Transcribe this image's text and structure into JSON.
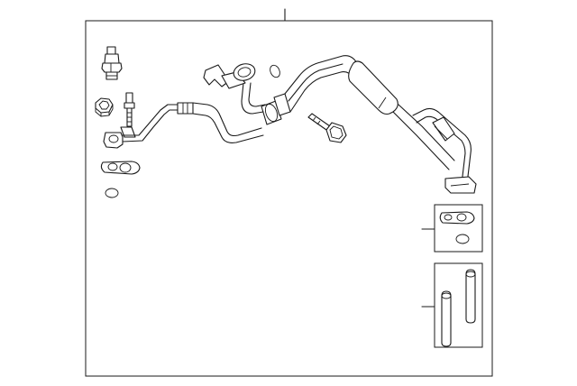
{
  "diagram": {
    "style": "exploded parts illustration",
    "line_color": "#1a1a1a",
    "background_color": "#ffffff",
    "parts": [
      {
        "name": "pressure-switch"
      },
      {
        "name": "hex-nut"
      },
      {
        "name": "stud"
      },
      {
        "name": "suction-discharge-hose-assembly"
      },
      {
        "name": "mounting-bolt"
      },
      {
        "name": "flange-gasket"
      },
      {
        "name": "o-ring"
      }
    ],
    "insets": [
      {
        "name": "gasket-kit-inset",
        "contents": [
          "flange-gasket",
          "o-ring"
        ]
      },
      {
        "name": "filter-insert-inset",
        "contents": [
          "filter-insert-short",
          "filter-insert-long"
        ]
      }
    ]
  }
}
